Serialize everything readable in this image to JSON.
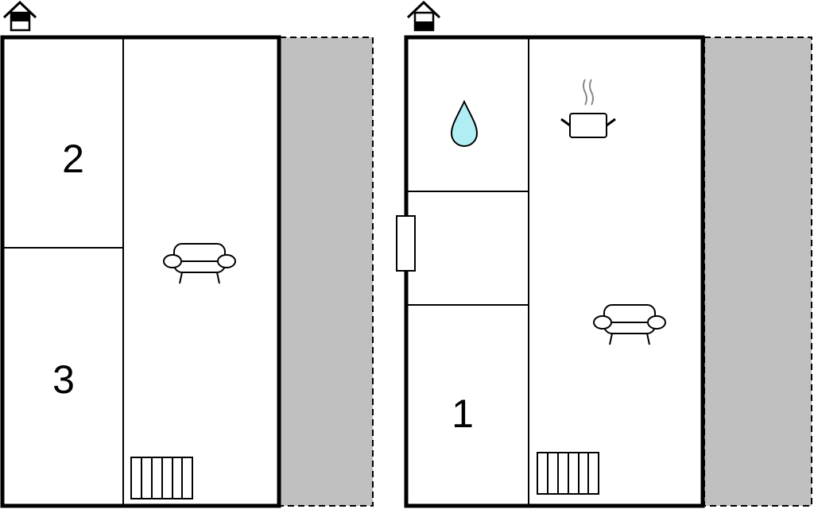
{
  "floors": [
    {
      "name": "upper-floor",
      "indicator": "upper",
      "rooms": [
        "2",
        "3"
      ]
    },
    {
      "name": "ground-floor",
      "indicator": "ground",
      "rooms": [
        "1"
      ]
    }
  ],
  "colors": {
    "terrace": "#c0c0c0",
    "water": "#b0eef4",
    "line": "#000000",
    "steam": "#888888"
  }
}
